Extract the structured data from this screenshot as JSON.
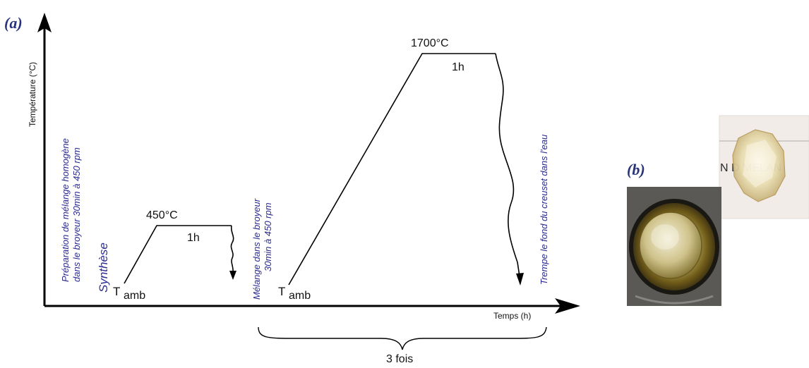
{
  "panel_a": "(a)",
  "panel_b": "(b)",
  "diagram": {
    "y_axis_label": "Température (°C)",
    "x_axis_label": "Temps (h)",
    "step1": {
      "line1": "Préparation de mélange homogène",
      "line2": "dans le broyeur 30min à 450 rpm"
    },
    "synthese": "Synthèse",
    "step2": {
      "line1": "Mélange dans le broyeur",
      "line2": "30min à 450 rpm"
    },
    "trempe": "Trempe le fond du creuset dans l'eau",
    "cycle1": {
      "start": "T",
      "start_sub": "amb",
      "temp": "450°C",
      "duration": "1h"
    },
    "cycle2": {
      "start": "T",
      "start_sub": "amb",
      "temp": "1700°C",
      "duration": "1h"
    },
    "repeat": "3 fois"
  },
  "photo": {
    "paper_text": "N D   MÉLAN"
  },
  "colors": {
    "annotation_blue": "#2b2b8f",
    "panel_label": "#27337a",
    "axis": "#000000"
  }
}
